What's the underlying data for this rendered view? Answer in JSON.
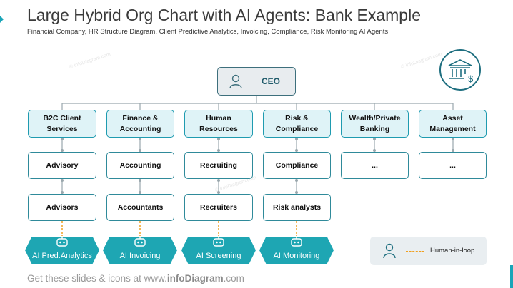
{
  "header": {
    "title": "Large Hybrid Org Chart with AI Agents: Bank Example",
    "subtitle": "Financial Company, HR Structure Diagram, Client Predictive Analytics, Invoicing, Compliance, Risk Monitoring AI Agents"
  },
  "ceo": {
    "label": "CEO",
    "icon": "person-icon"
  },
  "departments": [
    {
      "label": "B2C Client Services",
      "unit": "Advisory",
      "team": "Advisors",
      "agent": "AI Pred.Analytics"
    },
    {
      "label": "Finance & Accounting",
      "unit": "Accounting",
      "team": "Accountants",
      "agent": "AI Invoicing"
    },
    {
      "label": "Human Resources",
      "unit": "Recruiting",
      "team": "Recruiters",
      "agent": "AI Screening"
    },
    {
      "label": "Risk & Compliance",
      "unit": "Compliance",
      "team": "Risk analysts",
      "agent": "AI Monitoring"
    },
    {
      "label": "Wealth/Private Banking",
      "unit": "..."
    },
    {
      "label": "Asset Management",
      "unit": "..."
    }
  ],
  "legend": {
    "label": "Human-in-loop",
    "icon": "person-icon",
    "line_color": "#f0a020"
  },
  "watermark": "© infoDiagram.com",
  "footer": {
    "prefix": "Get these slides & icons at www.",
    "brand": "infoDiagram",
    "suffix": ".com"
  },
  "colors": {
    "accent": "#1ea6b3",
    "dept_fill": "#dff3f7",
    "border": "#1f9bb0",
    "human_in_loop": "#f0a020"
  }
}
